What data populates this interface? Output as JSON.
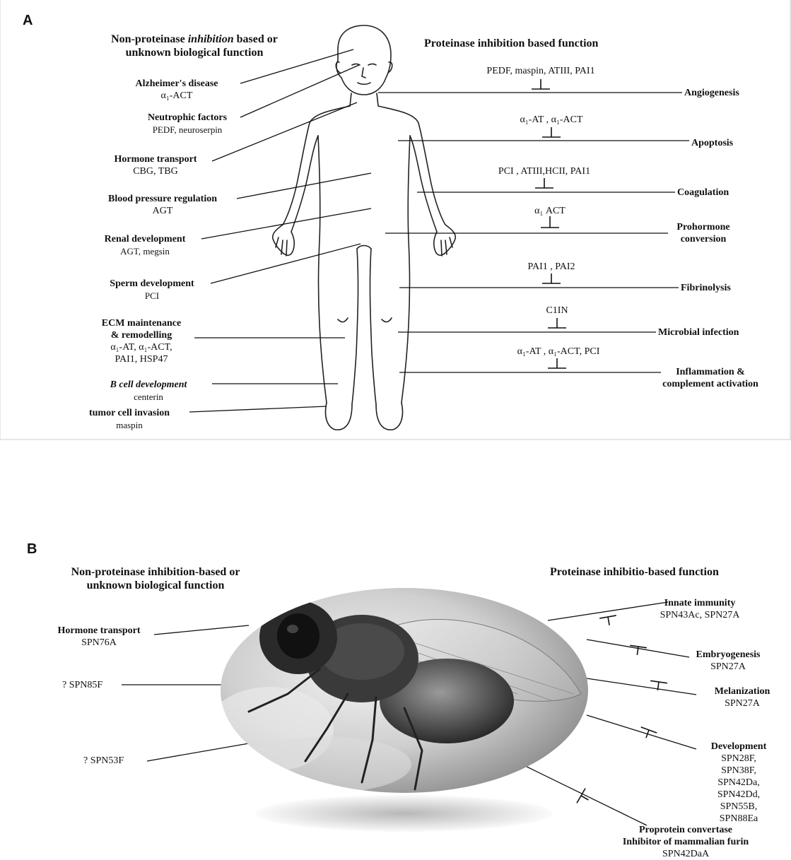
{
  "panelA": {
    "letter": "A",
    "left_header_line1": "Non-proteinase ",
    "left_header_italic": "inhibition",
    "left_header_line1_end": " based or",
    "left_header_line2": "unknown biological function",
    "right_header": "Proteinase inhibition based function",
    "left_items": [
      {
        "title": "Alzheimer's disease",
        "sub": "α₁-ACT"
      },
      {
        "title": "Neutrophic factors",
        "sub": "PEDF, neuroserpin"
      },
      {
        "title": "Hormone transport",
        "sub": "CBG, TBG"
      },
      {
        "title": "Blood pressure regulation",
        "sub": "AGT"
      },
      {
        "title": "Renal development",
        "sub": "AGT, megsin"
      },
      {
        "title": "Sperm development",
        "sub": "PCI"
      },
      {
        "title": "ECM maintenance",
        "title2": "& remodelling",
        "sub": "α₁-AT, α₁-ACT,",
        "sub2": "PAI1, HSP47"
      },
      {
        "title": "B cell development",
        "sub": "centerin"
      },
      {
        "title": "tumor cell invasion",
        "sub": "maspin"
      }
    ],
    "right_items": [
      {
        "inhibitors": "PEDF, maspin, ATIII, PAI1",
        "function": "Angiogenesis"
      },
      {
        "inhibitors": "α₁-AT , α₁-ACT",
        "function": "Apoptosis"
      },
      {
        "inhibitors": "PCI , ATIII,HCII, PAI1",
        "function": "Coagulation"
      },
      {
        "inhibitors": "α₁ ACT",
        "function": "Prohormone",
        "function2": "conversion"
      },
      {
        "inhibitors": "PAI1 , PAI2",
        "function": "Fibrinolysis"
      },
      {
        "inhibitors": "C1IN",
        "function": "Microbial infection"
      },
      {
        "inhibitors": "α₁-AT , α₁-ACT, PCI",
        "function": "Inflammation &",
        "function2": "complement activation"
      }
    ]
  },
  "panelB": {
    "letter": "B",
    "left_header_line1": "Non-proteinase inhibition-based or",
    "left_header_line2": "unknown biological function",
    "right_header": "Proteinase inhibitio-based function",
    "left_items": [
      {
        "title": "Hormone transport",
        "sub": "SPN76A"
      },
      {
        "title": "? SPN85F"
      },
      {
        "title": "? SPN53F"
      }
    ],
    "right_items": [
      {
        "function": "Innate immunity",
        "sub": "SPN43Ac, SPN27A"
      },
      {
        "function": "Embryogenesis",
        "sub": "SPN27A"
      },
      {
        "function": "Melanization",
        "sub": "SPN27A"
      },
      {
        "function": "Development",
        "subs": [
          "SPN28F,",
          "SPN38F,",
          "SPN42Da,",
          "SPN42Dd,",
          "SPN55B,",
          "SPN88Ea"
        ]
      },
      {
        "function": "Proprotein convertase",
        "function2": "Inhibitor of mammalian furin",
        "sub": "SPN42DaA"
      }
    ]
  }
}
